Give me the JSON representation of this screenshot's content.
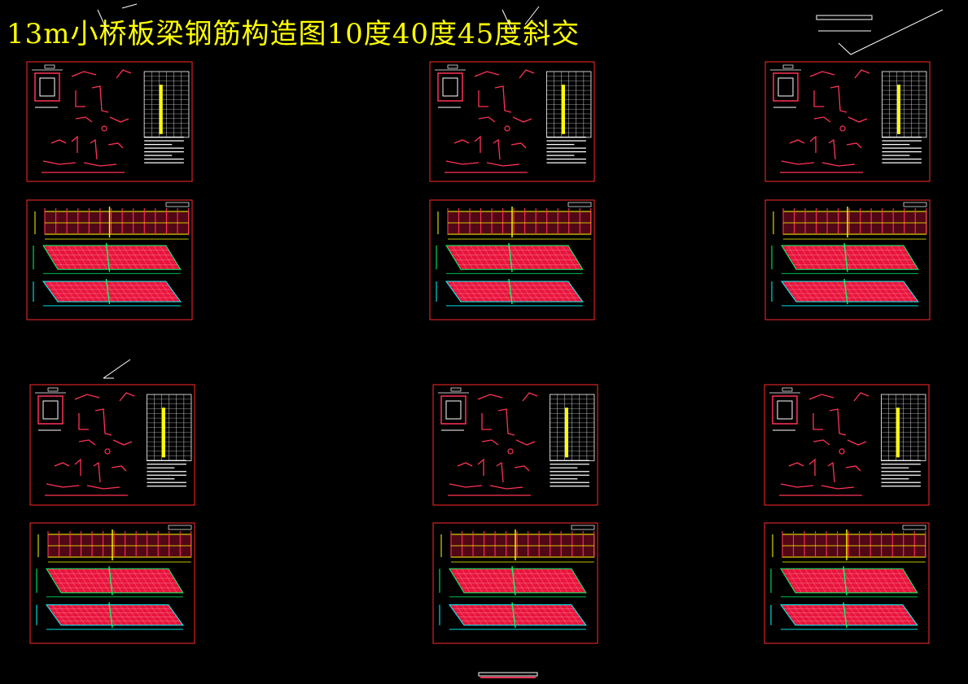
{
  "title": "13m小桥板梁钢筋构造图10度40度45度斜交",
  "colors": {
    "background": "#000000",
    "title": "#ffff00",
    "sheet_border": "#ff2a2a",
    "rebar": "#ff3355",
    "rebar_fill": "#e8143c",
    "dimension": "#00ffff",
    "centerline": "#00ff66",
    "highlight": "#ffff00",
    "text": "#ffffff"
  },
  "drawing_sets": [
    {
      "id": "set-1",
      "pages": [
        "rebar-detail-sheet",
        "rebar-plan-sheet"
      ]
    },
    {
      "id": "set-2",
      "pages": [
        "rebar-detail-sheet",
        "rebar-plan-sheet"
      ]
    },
    {
      "id": "set-3",
      "pages": [
        "rebar-detail-sheet",
        "rebar-plan-sheet"
      ]
    },
    {
      "id": "set-4",
      "pages": [
        "rebar-detail-sheet",
        "rebar-plan-sheet"
      ]
    },
    {
      "id": "set-5",
      "pages": [
        "rebar-detail-sheet",
        "rebar-plan-sheet"
      ]
    },
    {
      "id": "set-6",
      "pages": [
        "rebar-detail-sheet",
        "rebar-plan-sheet"
      ]
    }
  ]
}
